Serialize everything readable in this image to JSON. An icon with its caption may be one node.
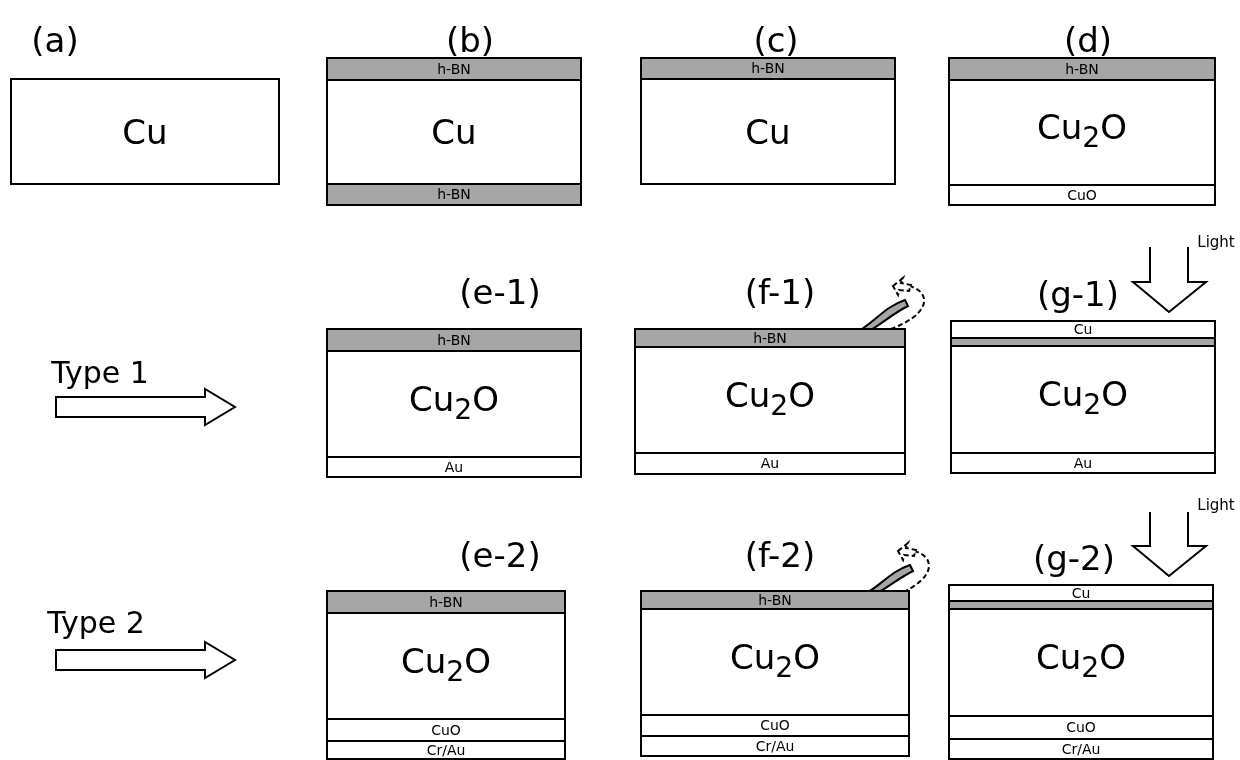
{
  "diagram": {
    "nodes": [
      {
        "text": [
          "Cu"
        ]
      },
      {
        "text": [
          "h-BN"
        ]
      },
      {
        "text": [
          "Cu"
        ]
      },
      {
        "text": [
          "h-BN"
        ]
      },
      {
        "text": [
          "h-BN"
        ]
      },
      {
        "text": [
          "Cu"
        ]
      },
      {
        "text": [
          "h-BN"
        ]
      },
      {
        "text": [
          "Cu$_{2}$O"
        ]
      },
      {
        "text": [
          "CuO"
        ]
      },
      {
        "text": [
          "h-BN"
        ]
      },
      {
        "text": [
          "Cu$_{2}$O"
        ]
      },
      {
        "text": [
          "Au"
        ]
      },
      {
        "text": [
          "h-BN"
        ]
      },
      {
        "text": [
          "Cu$_{2}$O"
        ]
      },
      {
        "text": [
          "Au"
        ]
      },
      {
        "text": [
          "Cu"
        ]
      },
      {
        "text": [],
        "shape": "bar"
      },
      {
        "text": [
          "Cu$_{2}$O"
        ]
      },
      {
        "text": [
          "Au"
        ]
      },
      {
        "text": [
          "h-BN"
        ]
      },
      {
        "text": [
          "Cu$_{2}$O"
        ]
      },
      {
        "text": [
          "CuO"
        ]
      },
      {
        "text": [
          "Cr/Au"
        ]
      },
      {
        "text": [
          "h-BN"
        ]
      },
      {
        "text": [
          "Cu$_{2}$O"
        ]
      },
      {
        "text": [
          "CuO"
        ]
      },
      {
        "text": [
          "Cr/Au"
        ]
      },
      {
        "text": [
          "Cu"
        ]
      },
      {
        "text": [],
        "shape": "bar"
      },
      {
        "text": [
          "Cu$_{2}$O"
        ]
      },
      {
        "text": [
          "CuO"
        ]
      },
      {
        "text": [
          "Cr/Au"
        ]
      }
    ],
    "edges": [],
    "labels": [
      "(a)",
      "(b)",
      "(c)",
      "(d)",
      "Light",
      "(e-1)",
      "(f-1)",
      "(g-1)",
      "Type 1",
      "Light",
      "(e-2)",
      "(f-2)",
      "(g-2)",
      "Type 2"
    ]
  }
}
